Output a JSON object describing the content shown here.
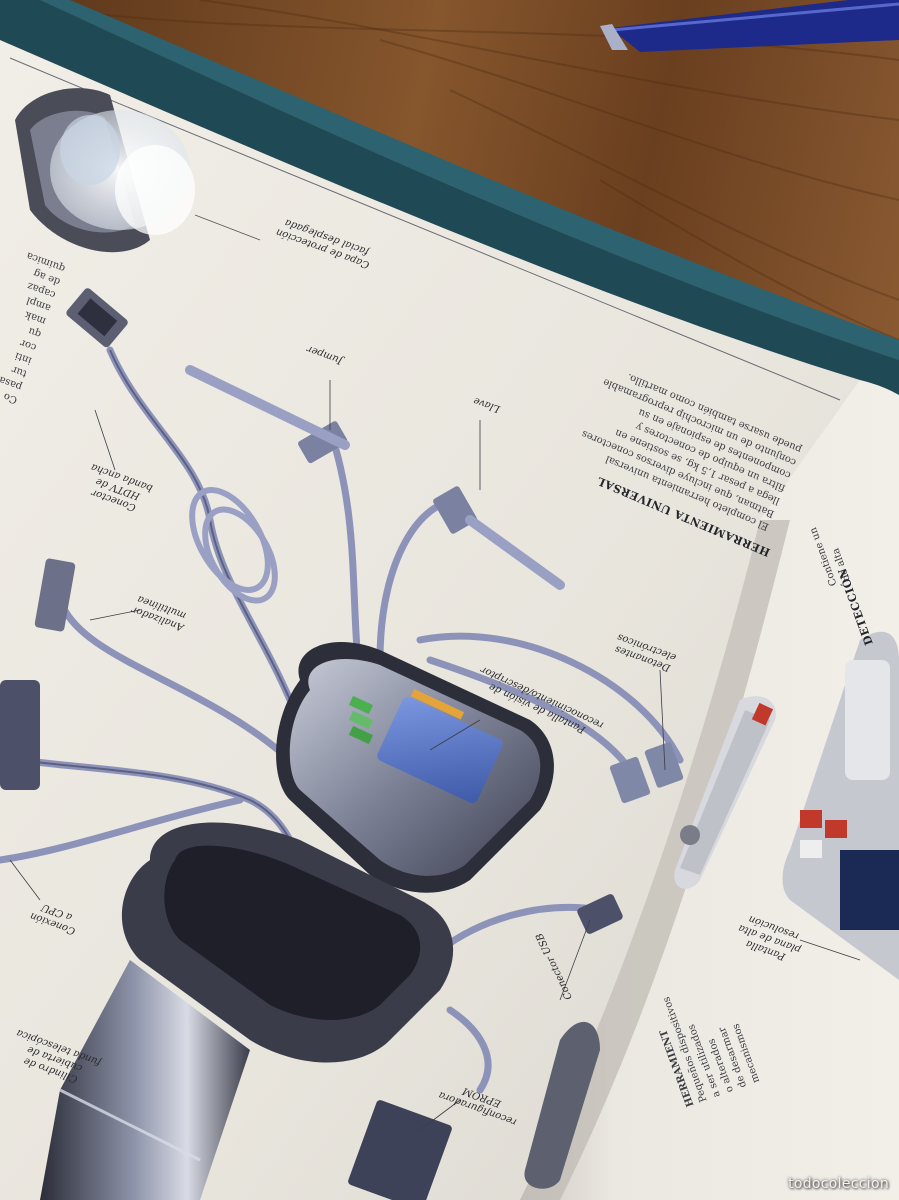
{
  "image": {
    "subject": "open illustrated book page showing a labeled technical drawing of a universal tool device with cables and connectors",
    "colors": {
      "wood": "#7a4a24",
      "book_cover": "#1f4a55",
      "page": "#ebe8e0",
      "device_body": "#6f7488",
      "device_dark": "#2f3140",
      "screen": "#5b78c8",
      "cable": "#8d93b8",
      "pen": "#1d2a8a"
    }
  },
  "callouts": [
    {
      "id": "capa",
      "text": "Capa de protección\nfacial desplegada"
    },
    {
      "id": "jumper",
      "text": "Jumper"
    },
    {
      "id": "llave",
      "text": "Llave"
    },
    {
      "id": "hdtv",
      "text": "Conector\nHDTV de\nbanda ancha"
    },
    {
      "id": "analizador",
      "text": "Analizador\nmultilínea"
    },
    {
      "id": "pantalla",
      "text": "Pantalla de visión de\nreconocimiento/descriptor"
    },
    {
      "id": "detonantes",
      "text": "Detonantes\nelectrónicos"
    },
    {
      "id": "cpu",
      "text": "Conexión\na CPU"
    },
    {
      "id": "usb",
      "text": "Conector USB"
    },
    {
      "id": "eprom",
      "text": "reconfiguradora\nEPROM"
    },
    {
      "id": "cilindro",
      "text": "Cilindro de\ncubierta de\nfunda telescópica"
    },
    {
      "id": "pantalla_plana",
      "text": "Pantalla\nplana de alta\nresolución"
    }
  ],
  "sections": {
    "herramienta_title": "HERRAMIENTA UNIVERSAL",
    "herramienta_lines": [
      "El completo herramienta universal",
      "Batman, que incluye diversos conectores",
      "llega a pesar 1,5 kg, se sostiene en",
      "filtra un equipo de conectores y",
      "componentes de espionaje en su",
      "conjunto de un microchip reprogramable",
      "puede usarse también como martillo."
    ],
    "deteccion_title": "DETECCIÓN",
    "deteccion_lines": [
      "Contiene un",
      "de alta"
    ],
    "left_edge_lines": [
      "Co",
      "pasa",
      "tur",
      "inti",
      "cor",
      "qu",
      "mak",
      "ampl",
      "capaz",
      "de ag",
      "quimica"
    ],
    "bottom_right_lines": [
      "HERRAMIENT",
      "Pequeños dispositivos",
      "a ser utilizados",
      "o alterados",
      "de desarmar",
      "mecanismos"
    ]
  },
  "watermark": "todocoleccion"
}
